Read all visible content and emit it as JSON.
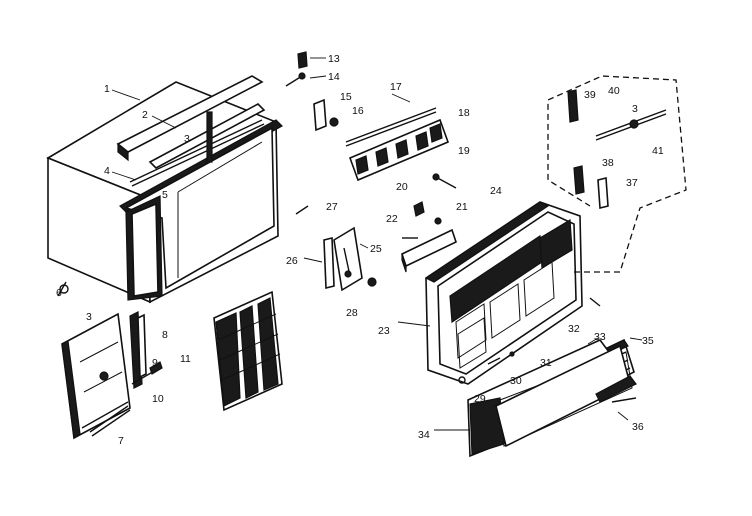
{
  "callouts": [
    {
      "id": "c1",
      "text": "1"
    },
    {
      "id": "c2",
      "text": "2"
    },
    {
      "id": "c3a",
      "text": "3"
    },
    {
      "id": "c4",
      "text": "4"
    },
    {
      "id": "c5",
      "text": "5"
    },
    {
      "id": "c6",
      "text": "6"
    },
    {
      "id": "c3b",
      "text": "3"
    },
    {
      "id": "c8",
      "text": "8"
    },
    {
      "id": "c9",
      "text": "9"
    },
    {
      "id": "c10",
      "text": "10"
    },
    {
      "id": "c11",
      "text": "11"
    },
    {
      "id": "c7",
      "text": "7"
    },
    {
      "id": "c13",
      "text": "13"
    },
    {
      "id": "c14",
      "text": "14"
    },
    {
      "id": "c15",
      "text": "15"
    },
    {
      "id": "c16",
      "text": "16"
    },
    {
      "id": "c17",
      "text": "17"
    },
    {
      "id": "c18",
      "text": "18"
    },
    {
      "id": "c19",
      "text": "19"
    },
    {
      "id": "c20",
      "text": "20"
    },
    {
      "id": "c21",
      "text": "21"
    },
    {
      "id": "c22",
      "text": "22"
    },
    {
      "id": "c24",
      "text": "24"
    },
    {
      "id": "c25",
      "text": "25"
    },
    {
      "id": "c26",
      "text": "26"
    },
    {
      "id": "c27",
      "text": "27"
    },
    {
      "id": "c28",
      "text": "28"
    },
    {
      "id": "c23",
      "text": "23"
    },
    {
      "id": "c32",
      "text": "32"
    },
    {
      "id": "c33",
      "text": "33"
    },
    {
      "id": "c35",
      "text": "35"
    },
    {
      "id": "c31",
      "text": "31"
    },
    {
      "id": "c30",
      "text": "30"
    },
    {
      "id": "c29",
      "text": "29"
    },
    {
      "id": "c34",
      "text": "34"
    },
    {
      "id": "c36",
      "text": "36"
    },
    {
      "id": "c39",
      "text": "39"
    },
    {
      "id": "c40",
      "text": "40"
    },
    {
      "id": "c3c",
      "text": "3"
    },
    {
      "id": "c38",
      "text": "38"
    },
    {
      "id": "c41",
      "text": "41"
    },
    {
      "id": "c37",
      "text": "37"
    }
  ]
}
